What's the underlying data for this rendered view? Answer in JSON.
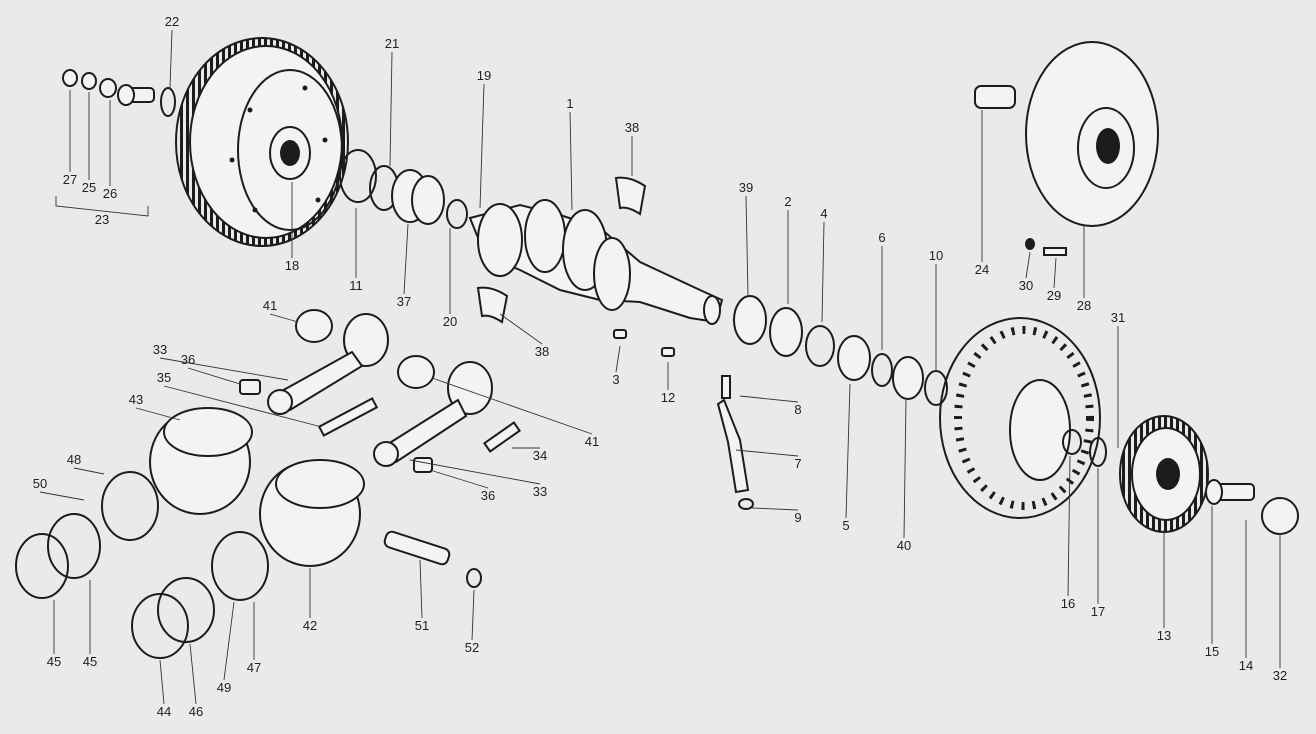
{
  "diagram": {
    "labels": [
      "1",
      "2",
      "3",
      "4",
      "5",
      "6",
      "7",
      "8",
      "9",
      "10",
      "11",
      "12",
      "13",
      "14",
      "15",
      "16",
      "17",
      "18",
      "19",
      "20",
      "21",
      "22",
      "23",
      "24",
      "25",
      "26",
      "27",
      "28",
      "29",
      "30",
      "31",
      "32",
      "33",
      "33",
      "34",
      "35",
      "36",
      "36",
      "37",
      "38",
      "38",
      "39",
      "40",
      "41",
      "41",
      "42",
      "43",
      "44",
      "45",
      "45",
      "46",
      "47",
      "48",
      "49",
      "50",
      "51",
      "52"
    ],
    "paper_color": "#e9ebeb",
    "ink_color": "#1c1c1c"
  }
}
